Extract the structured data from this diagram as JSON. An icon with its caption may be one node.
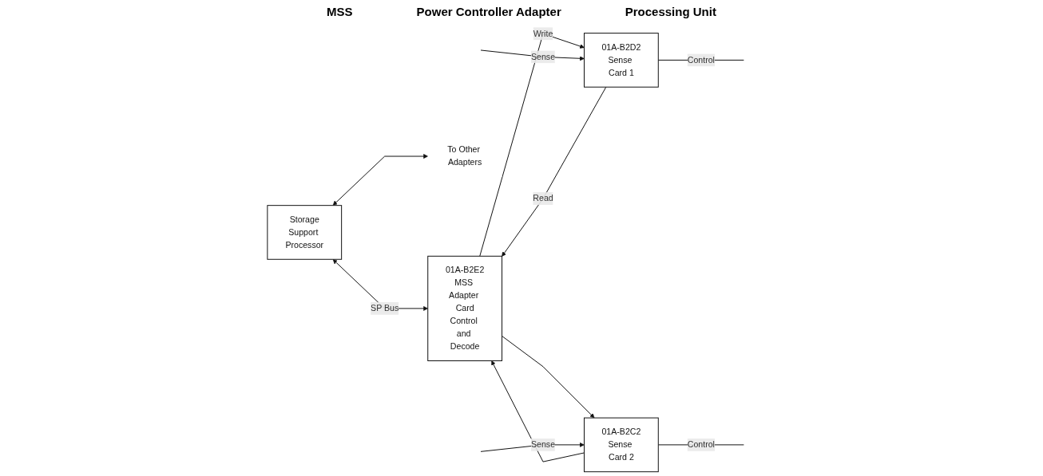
{
  "diagram": {
    "nodes": [
      {
        "text": [
          "Storage",
          "Support Processor"
        ]
      },
      {
        "text": [
          "01A-B2E2",
          "MSS Adapter Card",
          "Control and Decode"
        ]
      },
      {
        "text": [
          "01A-B2D2",
          "Sense Card 1"
        ]
      },
      {
        "text": [
          "01A-B2C2",
          "Sense Card 2"
        ]
      },
      {
        "text": [
          "To Other Adapters"
        ]
      }
    ],
    "edges": [
      {
        "from": 0,
        "to": 1,
        "arrow": "both",
        "label": "SP Bus"
      },
      {
        "from": 0,
        "to": 4,
        "arrow": "both"
      },
      {
        "from": 1,
        "to": 2,
        "arrow": "to",
        "label": "Write"
      },
      {
        "from": 1,
        "to": 3,
        "arrow": "to"
      },
      {
        "from": 2,
        "to": 1,
        "arrow": "to",
        "label": "Read"
      },
      {
        "from": 3,
        "to": 1,
        "arrow": "to"
      },
      {
        "from": null,
        "to": 2,
        "arrow": "to",
        "label": "Sense"
      },
      {
        "from": 2,
        "to": null,
        "arrow": "none",
        "label": "Control"
      },
      {
        "from": null,
        "to": 3,
        "arrow": "to",
        "label": "Sense"
      },
      {
        "from": 3,
        "to": null,
        "arrow": "none",
        "label": "Control"
      }
    ],
    "labels": [
      "MSS",
      "Power Controller Adapter",
      "Processing Unit"
    ]
  }
}
